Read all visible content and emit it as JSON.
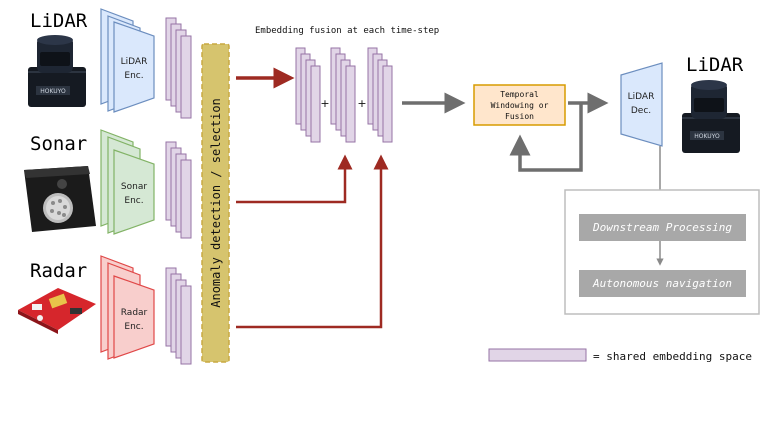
{
  "sensors": {
    "lidar_title": "LiDAR",
    "sonar_title": "Sonar",
    "radar_title": "Radar"
  },
  "encoders": {
    "lidar": [
      "LiDAR",
      "Enc."
    ],
    "sonar": [
      "Sonar",
      "Enc."
    ],
    "radar": [
      "Radar",
      "Enc."
    ]
  },
  "anomaly_label": "Anomaly detection / selection",
  "fusion_title": "Embedding fusion at each time-step",
  "plus_sign": "+",
  "temporal_box": [
    "Temporal",
    "Windowing or",
    "Fusion"
  ],
  "decoder": [
    "LiDAR",
    "Dec."
  ],
  "output_title": "LiDAR",
  "downstream": {
    "processing": "Downstream Processing",
    "navigation": "Autonomous navigation"
  },
  "legend_label": "= shared embedding space",
  "device_logo": "HOKUYO",
  "colors": {
    "lidar_enc_stroke": "#6c8ebf",
    "lidar_enc_fill": "#dae8fc",
    "sonar_enc_stroke": "#82b366",
    "sonar_enc_fill": "#d5e8d4",
    "radar_enc_stroke": "#e04848",
    "radar_enc_fill": "#f8cecc",
    "embedding_stroke": "#9673a6",
    "embedding_fill": "#e1d5e7",
    "anomaly_fill": "#d6c46e",
    "anomaly_stroke": "#c9a940",
    "red_arrow": "#9e2a22",
    "gray_arrow": "#6e6e6e",
    "temporal_fill": "#ffe6cc",
    "temporal_stroke": "#d79b00",
    "downstream_fill": "#a8a8a8"
  }
}
